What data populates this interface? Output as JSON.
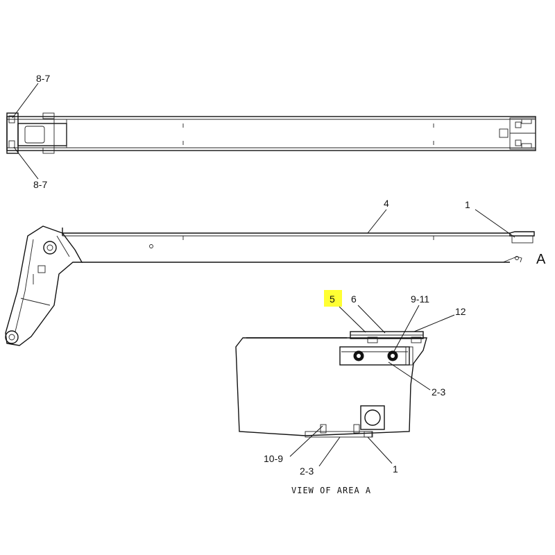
{
  "labels": {
    "top_8_7_upper": "8-7",
    "top_8_7_lower": "8-7",
    "side_4": "4",
    "side_1": "1",
    "view_marker_A": "A",
    "detail_5": "5",
    "detail_6": "6",
    "detail_9_11": "9-11",
    "detail_12": "12",
    "detail_2_3_right": "2-3",
    "detail_10_9": "10-9",
    "detail_2_3_bottom": "2-3",
    "detail_1": "1"
  },
  "caption": "VIEW OF AREA A",
  "highlight_color": "#ffff33",
  "line_color": "#111111"
}
